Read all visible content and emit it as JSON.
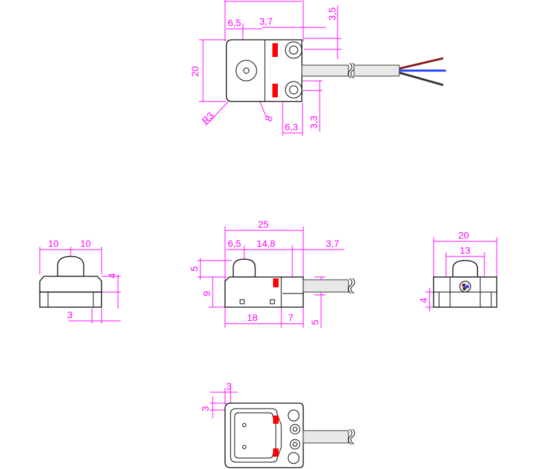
{
  "top_view": {
    "dims": {
      "d_6_5": "6,5",
      "d_3_7": "3,7",
      "d_3_5": "3,5",
      "d_20": "20",
      "d_r3": "R3",
      "d_8": "8",
      "d_6_3": "6,3",
      "d_3_3": "3,3"
    }
  },
  "left_view": {
    "dims": {
      "d_10a": "10",
      "d_10b": "10",
      "d_4": "4",
      "d_3": "3"
    }
  },
  "front_view": {
    "dims": {
      "d_25": "25",
      "d_6_5": "6,5",
      "d_14_8": "14,8",
      "d_3_7": "3,7",
      "d_5a": "5",
      "d_9": "9",
      "d_18": "18",
      "d_7": "7",
      "d_5b": "5"
    }
  },
  "right_view": {
    "dims": {
      "d_20": "20",
      "d_13": "13",
      "d_4": "4"
    }
  },
  "bottom_view": {
    "dims": {
      "d_3a": "3",
      "d_3b": "3"
    }
  },
  "colors": {
    "dimension": "#ff00ff",
    "outline": "#000000",
    "led": "#ff0000",
    "wire_brown": "#8b1a1a",
    "wire_blue": "#1e3cff",
    "wire_black": "#333333"
  }
}
